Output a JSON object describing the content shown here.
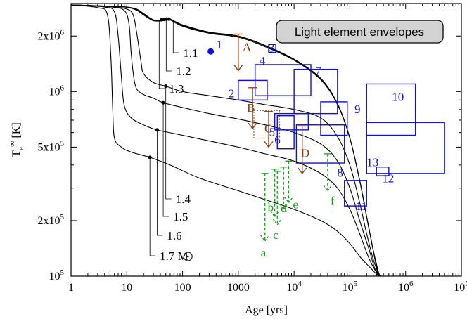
{
  "chart_data": {
    "type": "line",
    "title": "",
    "legend_box": "Light element envelopes",
    "xlabel": "Age [yrs]",
    "ylabel_main": "T",
    "ylabel_sub": "e",
    "ylabel_sup": "∞",
    "ylabel_unit": " [K]",
    "xscale": "log",
    "yscale": "log",
    "xlim": [
      1,
      10000000
    ],
    "ylim": [
      100000,
      3000000
    ],
    "x_ticks": [
      {
        "value": 1,
        "label": "1"
      },
      {
        "value": 10,
        "label": "10"
      },
      {
        "value": 100,
        "label": "100"
      },
      {
        "value": 1000,
        "label": "1000"
      },
      {
        "value": 10000,
        "label": "10",
        "sup": "4"
      },
      {
        "value": 100000,
        "label": "10",
        "sup": "5"
      },
      {
        "value": 1000000,
        "label": "10",
        "sup": "6"
      },
      {
        "value": 10000000,
        "label": "10",
        "sup": "7"
      }
    ],
    "y_ticks": [
      {
        "value": 100000,
        "label": "10",
        "sup": "5"
      },
      {
        "value": 200000,
        "label": "2x10",
        "sup": "5"
      },
      {
        "value": 500000,
        "label": "5x10",
        "sup": "5"
      },
      {
        "value": 1000000,
        "label": "10",
        "sup": "6"
      },
      {
        "value": 2000000,
        "label": "2x10",
        "sup": "6"
      }
    ],
    "series": [
      {
        "mass": "1.1",
        "points": [
          [
            1,
            2950000
          ],
          [
            5,
            2900000
          ],
          [
            10,
            2870000
          ],
          [
            15,
            2800000
          ],
          [
            20,
            2650000
          ],
          [
            30,
            2450000
          ],
          [
            45,
            2450000
          ],
          [
            60,
            2470000
          ],
          [
            100,
            2300000
          ],
          [
            300,
            2100000
          ],
          [
            1000,
            2000000
          ],
          [
            3000,
            1780000
          ],
          [
            10000,
            1500000
          ],
          [
            30000,
            1180000
          ],
          [
            60000,
            860000
          ],
          [
            100000,
            560000
          ],
          [
            150000,
            330000
          ],
          [
            200000,
            210000
          ],
          [
            260000,
            140000
          ],
          [
            320000,
            100000
          ]
        ]
      },
      {
        "mass": "1.2",
        "points": [
          [
            1,
            2950000
          ],
          [
            5,
            2900000
          ],
          [
            10,
            2870000
          ],
          [
            15,
            2780000
          ],
          [
            20,
            2620000
          ],
          [
            30,
            2440000
          ],
          [
            45,
            2440000
          ],
          [
            60,
            2460000
          ],
          [
            100,
            2280000
          ],
          [
            300,
            2090000
          ],
          [
            1000,
            1990000
          ],
          [
            3000,
            1770000
          ],
          [
            10000,
            1490000
          ],
          [
            30000,
            1170000
          ],
          [
            60000,
            860000
          ],
          [
            100000,
            560000
          ],
          [
            150000,
            330000
          ],
          [
            200000,
            210000
          ],
          [
            260000,
            140000
          ],
          [
            330000,
            100000
          ]
        ]
      },
      {
        "mass": "1.3",
        "points": [
          [
            1,
            2950000
          ],
          [
            5,
            2900000
          ],
          [
            10,
            2860000
          ],
          [
            15,
            2760000
          ],
          [
            20,
            2600000
          ],
          [
            30,
            2420000
          ],
          [
            45,
            2420000
          ],
          [
            60,
            2440000
          ],
          [
            100,
            2260000
          ],
          [
            300,
            2070000
          ],
          [
            1000,
            1970000
          ],
          [
            3000,
            1750000
          ],
          [
            10000,
            1480000
          ],
          [
            30000,
            1160000
          ],
          [
            60000,
            850000
          ],
          [
            100000,
            560000
          ],
          [
            150000,
            330000
          ],
          [
            200000,
            210000
          ],
          [
            260000,
            140000
          ],
          [
            340000,
            100000
          ]
        ]
      },
      {
        "mass": "1.4",
        "points": [
          [
            1,
            2950000
          ],
          [
            5,
            2880000
          ],
          [
            10,
            2800000
          ],
          [
            13,
            2600000
          ],
          [
            15,
            2100000
          ],
          [
            18,
            1450000
          ],
          [
            20,
            1250000
          ],
          [
            30,
            1120000
          ],
          [
            50,
            1070000
          ],
          [
            100,
            1000000
          ],
          [
            300,
            950000
          ],
          [
            1000,
            900000
          ],
          [
            3000,
            850000
          ],
          [
            10000,
            800000
          ],
          [
            30000,
            720000
          ],
          [
            60000,
            570000
          ],
          [
            100000,
            400000
          ],
          [
            150000,
            250000
          ],
          [
            200000,
            170000
          ],
          [
            270000,
            120000
          ],
          [
            350000,
            100000
          ]
        ]
      },
      {
        "mass": "1.5",
        "points": [
          [
            1,
            2950000
          ],
          [
            5,
            2880000
          ],
          [
            9,
            2750000
          ],
          [
            11,
            2300000
          ],
          [
            12,
            1600000
          ],
          [
            14,
            1100000
          ],
          [
            18,
            980000
          ],
          [
            30,
            920000
          ],
          [
            45,
            870000
          ],
          [
            100,
            820000
          ],
          [
            300,
            760000
          ],
          [
            1000,
            710000
          ],
          [
            3000,
            660000
          ],
          [
            10000,
            600000
          ],
          [
            30000,
            520000
          ],
          [
            60000,
            420000
          ],
          [
            100000,
            300000
          ],
          [
            150000,
            200000
          ],
          [
            220000,
            140000
          ],
          [
            280000,
            110000
          ],
          [
            350000,
            100000
          ]
        ]
      },
      {
        "mass": "1.6",
        "points": [
          [
            1,
            2950000
          ],
          [
            4,
            2870000
          ],
          [
            6,
            2700000
          ],
          [
            7,
            2000000
          ],
          [
            8,
            1200000
          ],
          [
            9,
            840000
          ],
          [
            12,
            720000
          ],
          [
            20,
            660000
          ],
          [
            35,
            620000
          ],
          [
            100,
            580000
          ],
          [
            300,
            540000
          ],
          [
            1000,
            500000
          ],
          [
            3000,
            460000
          ],
          [
            10000,
            420000
          ],
          [
            30000,
            360000
          ],
          [
            60000,
            300000
          ],
          [
            100000,
            230000
          ],
          [
            150000,
            170000
          ],
          [
            220000,
            125000
          ],
          [
            300000,
            105000
          ],
          [
            370000,
            100000
          ]
        ]
      },
      {
        "mass": "1.7",
        "points": [
          [
            1,
            2950000
          ],
          [
            3,
            2850000
          ],
          [
            4.5,
            2600000
          ],
          [
            5.2,
            1500000
          ],
          [
            5.6,
            800000
          ],
          [
            6,
            560000
          ],
          [
            8,
            500000
          ],
          [
            12,
            470000
          ],
          [
            26,
            440000
          ],
          [
            60,
            400000
          ],
          [
            200,
            340000
          ],
          [
            1000,
            290000
          ],
          [
            3000,
            260000
          ],
          [
            10000,
            230000
          ],
          [
            30000,
            200000
          ],
          [
            60000,
            175000
          ],
          [
            100000,
            150000
          ],
          [
            160000,
            125000
          ],
          [
            240000,
            110000
          ],
          [
            330000,
            100000
          ],
          [
            380000,
            98000
          ]
        ]
      }
    ],
    "curve_markers": [
      {
        "x": 42,
        "y": 2450000
      },
      {
        "x": 47,
        "y": 2460000
      },
      {
        "x": 52,
        "y": 2470000
      },
      {
        "x": 57,
        "y": 2470000
      },
      {
        "x": 50,
        "y": 1070000
      },
      {
        "x": 45,
        "y": 870000
      },
      {
        "x": 35,
        "y": 620000
      },
      {
        "x": 26,
        "y": 440000
      }
    ],
    "mass_labels": [
      {
        "text": "1.1",
        "x": 45,
        "y": 2450000
      },
      {
        "text": "1.2",
        "x": 42,
        "y": 2430000
      },
      {
        "text": "1.3",
        "x": 38,
        "y": 2410000
      },
      {
        "text": "1.4",
        "x": 50,
        "y": 1070000
      },
      {
        "text": "1.5",
        "x": 45,
        "y": 870000
      },
      {
        "text": "1.6",
        "x": 35,
        "y": 620000
      },
      {
        "text": "1.7 M",
        "x": 26,
        "y": 440000
      }
    ],
    "blue_observations": [
      {
        "label": "1",
        "type": "point",
        "x": 320,
        "y": 1650000
      },
      {
        "label": "2",
        "type": "box",
        "x": [
          1000,
          3300
        ],
        "y": [
          900000,
          1150000
        ]
      },
      {
        "label": "3",
        "type": "box",
        "x": [
          3500,
          4700
        ],
        "y": [
          1630000,
          1800000
        ]
      },
      {
        "label": "4",
        "type": "box",
        "x": [
          2000,
          20000
        ],
        "y": [
          950000,
          1400000
        ]
      },
      {
        "label": "5",
        "type": "box",
        "x": [
          4500,
          18000
        ],
        "y": [
          620000,
          760000
        ]
      },
      {
        "label": "6",
        "type": "box",
        "x": [
          5000,
          10000
        ],
        "y": [
          490000,
          740000
        ]
      },
      {
        "label": "7",
        "type": "box",
        "x": [
          10000,
          60000
        ],
        "y": [
          760000,
          1320000
        ]
      },
      {
        "label": "8",
        "type": "box",
        "x": [
          11000,
          80000
        ],
        "y": [
          410000,
          660000
        ]
      },
      {
        "label": "9",
        "type": "box",
        "x": [
          30000,
          90000
        ],
        "y": [
          580000,
          880000
        ]
      },
      {
        "label": "10",
        "type": "box",
        "x": [
          200000,
          1500000
        ],
        "y": [
          580000,
          1100000
        ]
      },
      {
        "label": "11",
        "type": "box",
        "x": [
          80000,
          200000
        ],
        "y": [
          240000,
          330000
        ]
      },
      {
        "label": "12",
        "type": "box",
        "x": [
          300000,
          500000
        ],
        "y": [
          350000,
          390000
        ]
      },
      {
        "label": "13",
        "type": "box",
        "x": [
          200000,
          5000000
        ],
        "y": [
          360000,
          680000
        ]
      }
    ],
    "brown_limits": [
      {
        "label": "A",
        "type": "arrow",
        "x": 1000,
        "y_from": 2050000,
        "y_to": 1300000
      },
      {
        "label": "B",
        "type": "arrow",
        "x": 1800,
        "y_from": 1050000,
        "y_to": 630000
      },
      {
        "label": "C",
        "type": "arrow",
        "x": 3500,
        "y_from": 780000,
        "y_to": 500000
      },
      {
        "label": "D",
        "type": "arrow",
        "x": 14000,
        "y_from": 650000,
        "y_to": 360000
      }
    ],
    "green_limits": [
      {
        "label": "a",
        "type": "upper_limit",
        "x": 3000,
        "y_from": 360000,
        "y_to": 155000
      },
      {
        "label": "b",
        "type": "upper_limit",
        "x": 4500,
        "y_from": 380000,
        "y_to": 210000
      },
      {
        "label": "c",
        "type": "upper_limit",
        "x": 5000,
        "y_from": 370000,
        "y_to": 190000
      },
      {
        "label": "d",
        "type": "upper_limit",
        "x": 6500,
        "y_from": 390000,
        "y_to": 230000
      },
      {
        "label": "e",
        "type": "upper_limit",
        "x": 8000,
        "y_from": 420000,
        "y_to": 250000
      },
      {
        "label": "f",
        "type": "upper_limit",
        "x": 40000,
        "y_from": 460000,
        "y_to": 290000
      }
    ],
    "colors": {
      "curves": "#000000",
      "blue": "#1010d8",
      "brown": "#8b3a0a",
      "green": "#1a9a1a",
      "legend_fill": "#d3d3d3"
    }
  }
}
